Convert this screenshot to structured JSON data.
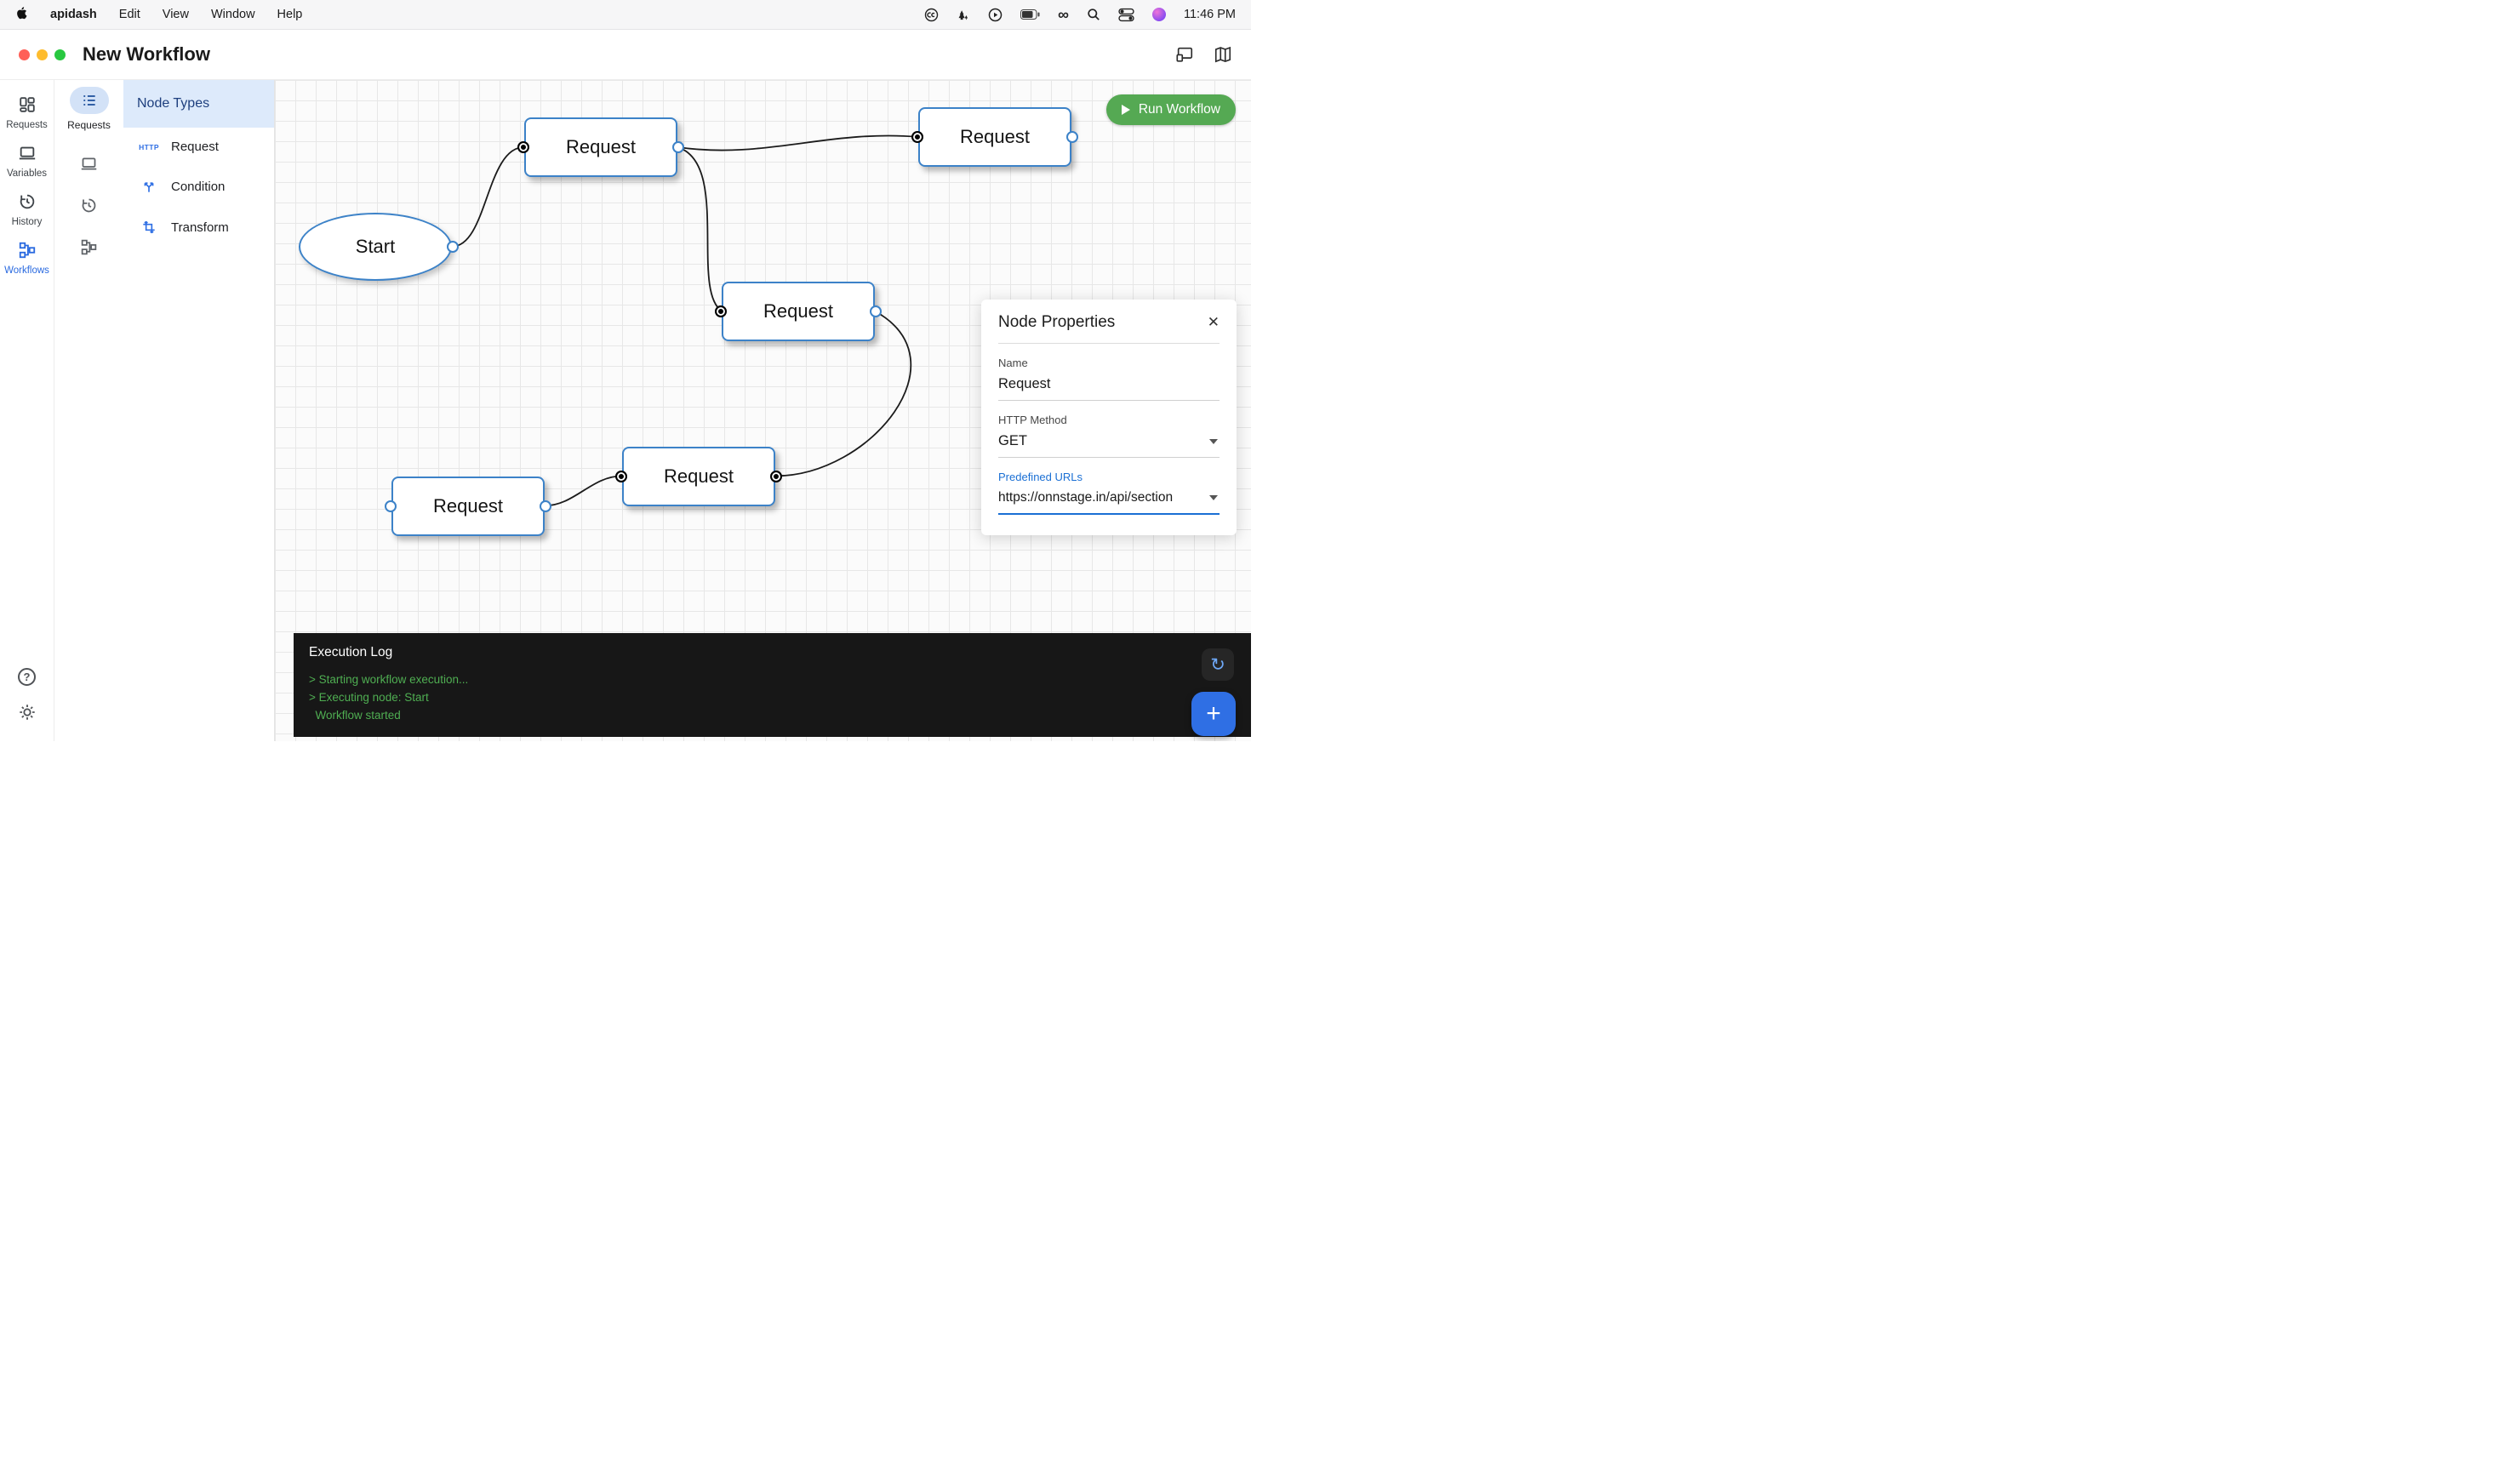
{
  "menu_bar": {
    "app_name": "apidash",
    "menus": [
      "Edit",
      "View",
      "Window",
      "Help"
    ],
    "time": "11:46 PM",
    "status_icons": [
      "creative-cloud-icon",
      "trees-icon",
      "play-circle-icon",
      "battery-icon",
      "infinity-icon",
      "spotlight-search-icon",
      "control-center-icon",
      "assistant-dot-icon"
    ]
  },
  "window": {
    "title": "New Workflow"
  },
  "sidebar": {
    "items": [
      {
        "label": "Requests"
      },
      {
        "label": "Variables"
      },
      {
        "label": "History"
      },
      {
        "label": "Workflows"
      }
    ],
    "active": "Workflows"
  },
  "rail": {
    "items": [
      {
        "label": "Requests"
      }
    ]
  },
  "node_types": {
    "title": "Node Types",
    "http_badge": "HTTP",
    "items": [
      {
        "label": "Request",
        "icon": "http-badge-icon"
      },
      {
        "label": "Condition",
        "icon": "split-arrows-icon"
      },
      {
        "label": "Transform",
        "icon": "transform-crop-icon"
      }
    ]
  },
  "canvas": {
    "run_button": "Run Workflow",
    "nodes": [
      {
        "id": "start",
        "label": "Start",
        "type": "start"
      },
      {
        "id": "req1",
        "label": "Request",
        "type": "request"
      },
      {
        "id": "req2",
        "label": "Request",
        "type": "request"
      },
      {
        "id": "req3",
        "label": "Request",
        "type": "request"
      },
      {
        "id": "req4",
        "label": "Request",
        "type": "request"
      },
      {
        "id": "req5",
        "label": "Request",
        "type": "request"
      }
    ],
    "edges": [
      {
        "from": "start",
        "to": "req1"
      },
      {
        "from": "req1",
        "to": "req2"
      },
      {
        "from": "req1",
        "to": "req3"
      },
      {
        "from": "req3",
        "to": "req5"
      },
      {
        "from": "req4",
        "to": "req5"
      }
    ]
  },
  "properties": {
    "title": "Node Properties",
    "fields": {
      "name_label": "Name",
      "name_value": "Request",
      "method_label": "HTTP Method",
      "method_value": "GET",
      "urls_label": "Predefined URLs",
      "urls_value": "https://onnstage.in/api/section"
    }
  },
  "execution_log": {
    "title": "Execution Log",
    "lines": [
      "> Starting workflow execution...",
      "> Executing node: Start",
      "  Workflow started"
    ]
  },
  "colors": {
    "accent_blue": "#2f6fe4",
    "node_border": "#3c82c8",
    "run_green": "#55a953",
    "log_green": "#4fae52",
    "panel_header_blue": "#ddeafb"
  }
}
